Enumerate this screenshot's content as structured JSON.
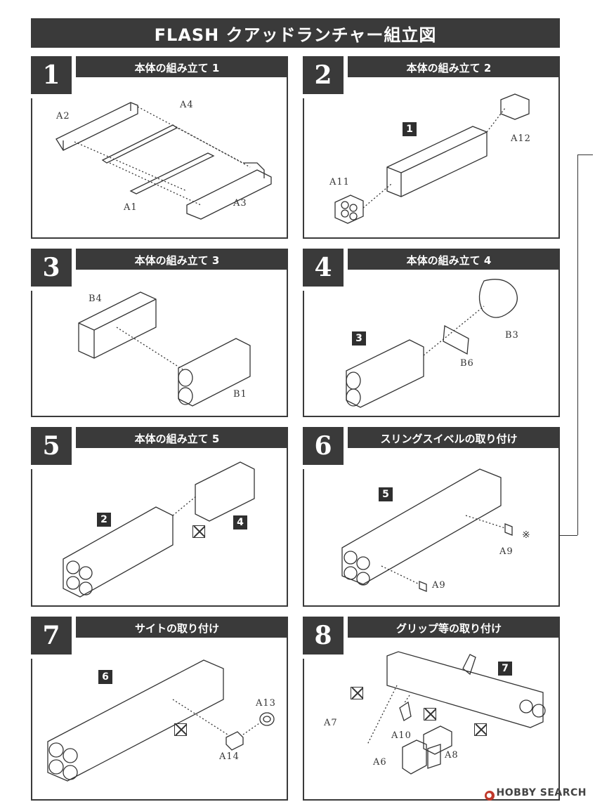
{
  "page_title": "FLASH クアッドランチャー組立図",
  "panels": [
    {
      "num": "1",
      "title": "本体の組み立て 1",
      "parts": [
        "A2",
        "A4",
        "A1",
        "A3"
      ],
      "refs": []
    },
    {
      "num": "2",
      "title": "本体の組み立て 2",
      "parts": [
        "A12",
        "A11"
      ],
      "refs": [
        "1"
      ]
    },
    {
      "num": "3",
      "title": "本体の組み立て 3",
      "parts": [
        "B4",
        "B1"
      ],
      "refs": []
    },
    {
      "num": "4",
      "title": "本体の組み立て 4",
      "parts": [
        "B3",
        "B6"
      ],
      "refs": [
        "3"
      ]
    },
    {
      "num": "5",
      "title": "本体の組み立て 5",
      "parts": [],
      "refs": [
        "2",
        "4"
      ]
    },
    {
      "num": "6",
      "title": "スリングスイベルの取り付け",
      "parts": [
        "A9",
        "A9"
      ],
      "refs": [
        "5"
      ],
      "mark": "※"
    },
    {
      "num": "7",
      "title": "サイトの取り付け",
      "parts": [
        "A13",
        "A14"
      ],
      "refs": [
        "6"
      ]
    },
    {
      "num": "8",
      "title": "グリップ等の取り付け",
      "parts": [
        "A7",
        "A10",
        "A6",
        "A8"
      ],
      "refs": [
        "7"
      ]
    }
  ],
  "watermark": "HOBBY SEARCH"
}
